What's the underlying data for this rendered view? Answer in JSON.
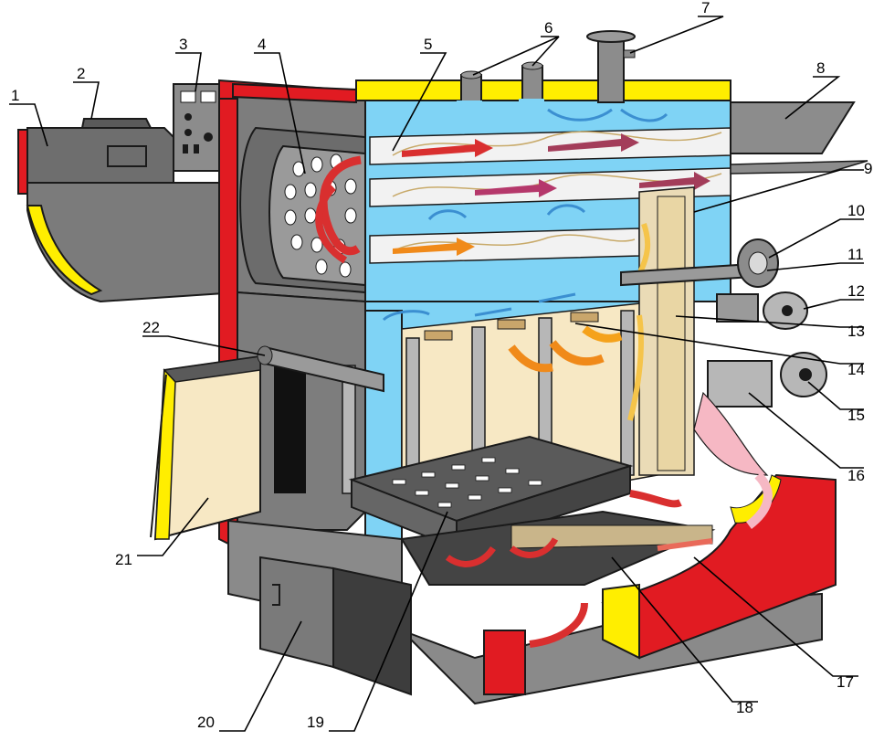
{
  "diagram": {
    "labels": [
      "1",
      "2",
      "3",
      "4",
      "5",
      "6",
      "7",
      "8",
      "9",
      "10",
      "11",
      "12",
      "13",
      "14",
      "15",
      "16",
      "17",
      "18",
      "19",
      "20",
      "21",
      "22"
    ]
  },
  "colors": {
    "casing_red": "#e11b22",
    "insulation_yellow": "#ffee00",
    "water_jacket_blue": "#7fd3f5",
    "steel_gray": "#8c8c8c",
    "dark_gray": "#5a5a5a",
    "refractory_cream": "#f7e8c4",
    "flue_gas_red": "#d92f2f",
    "flame_orange": "#f08a1a",
    "air_pink": "#f6b8c4"
  }
}
